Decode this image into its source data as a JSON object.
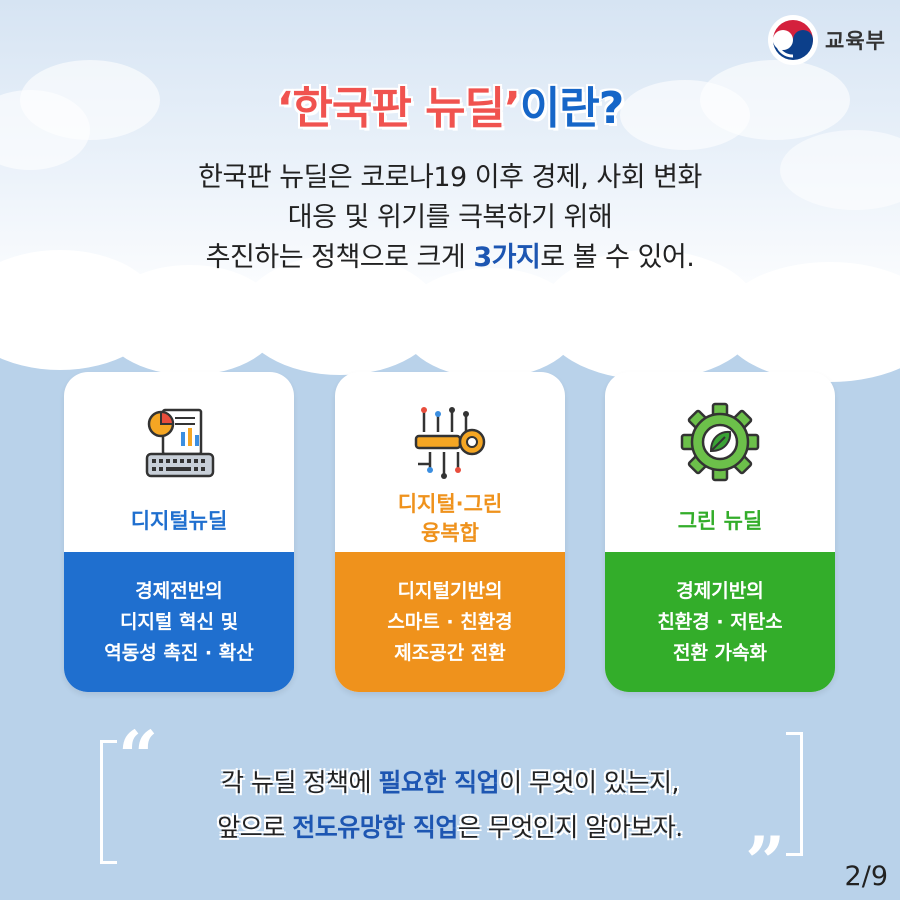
{
  "logo": {
    "text": "교육부"
  },
  "title": {
    "part1": "‘한국판 뉴딜’",
    "part2": "이란?"
  },
  "intro": {
    "line1": "한국판 뉴딜은 코로나19 이후 경제, 사회 변화",
    "line2": "대응 및 위기를 극복하기 위해",
    "line3_pre": "추진하는 정책으로 크게 ",
    "line3_bold": "3가지",
    "line3_post": "로 볼 수 있어."
  },
  "cards": [
    {
      "title": "디지털뉴딜",
      "icon": "dashboard-keyboard-icon",
      "color": "#1f6fcf",
      "desc": [
        "경제전반의",
        "디지털 혁신 및",
        "역동성 촉진 · 확산"
      ]
    },
    {
      "title_l1": "디지털·그린",
      "title_l2": "융복합",
      "icon": "circuit-key-icon",
      "color": "#ef921c",
      "desc": [
        "디지털기반의",
        "스마트 · 친환경",
        "제조공간 전환"
      ]
    },
    {
      "title": "그린 뉴딜",
      "icon": "gear-leaf-icon",
      "color": "#33ad2a",
      "desc": [
        "경제기반의",
        "친환경 · 저탄소",
        "전환 가속화"
      ]
    }
  ],
  "quote": {
    "line1_pre": "각 뉴딜 정책에 ",
    "line1_bold": "필요한 직업",
    "line1_post": "이 무엇이 있는지,",
    "line2_pre": "앞으로 ",
    "line2_bold": "전도유망한 직업",
    "line2_post": "은 무엇인지 알아보자.",
    "open_mark": "“",
    "close_mark": "”"
  },
  "page": {
    "indicator": "2/9"
  }
}
